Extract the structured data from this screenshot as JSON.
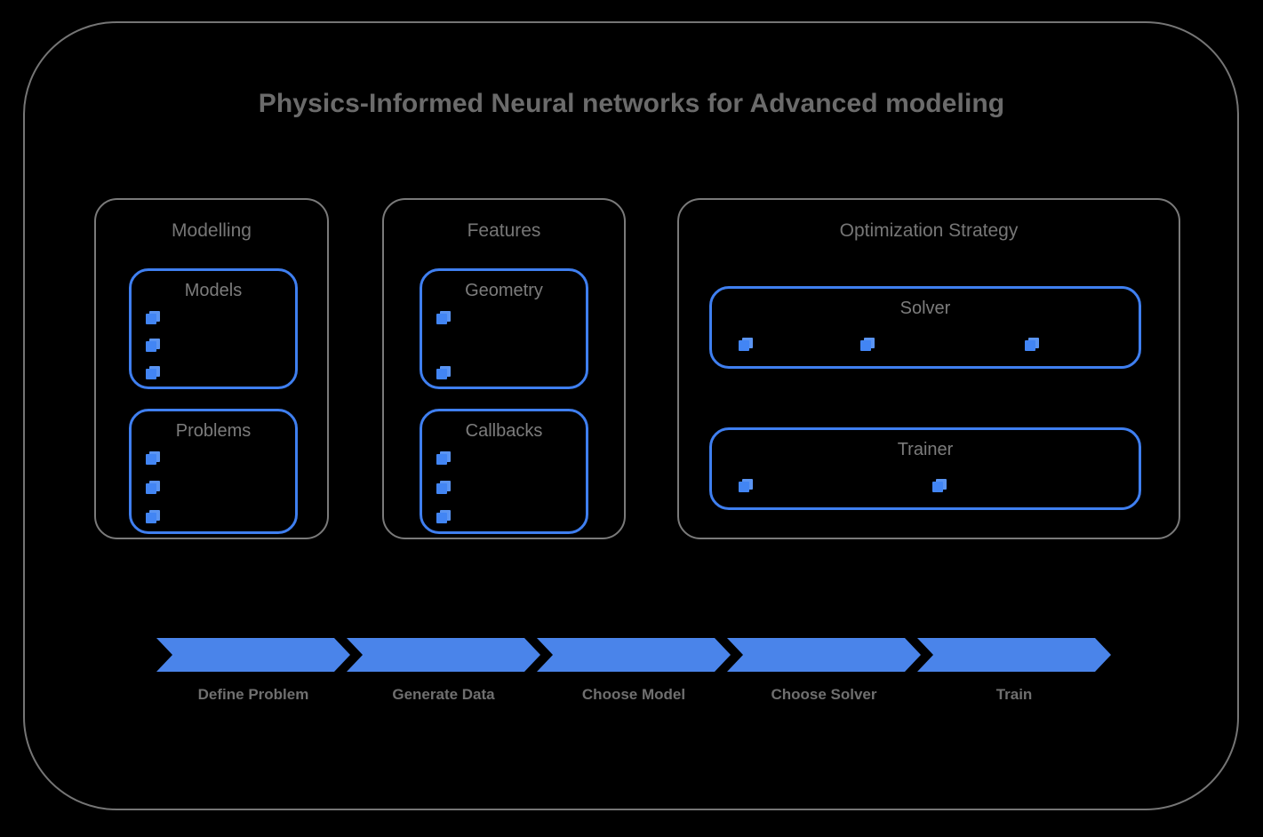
{
  "diagram": {
    "title": "Physics-Informed Neural networks for Advanced modeling",
    "colors": {
      "background": "#000000",
      "frame_border": "#757575",
      "panel_border": "#7a7a7a",
      "card_border": "#3f7ff0",
      "bullet_blue": "#4285f4",
      "arrow_blue": "#4a84ea",
      "text_gray": "#6f6f6f"
    }
  },
  "groups": [
    {
      "id": "modelling",
      "title": "Modelling",
      "cards": [
        {
          "id": "models",
          "title": "Models",
          "bullet_count": 3,
          "bullet_layout": "vertical",
          "bullet_slots": [
            true,
            true,
            true
          ]
        },
        {
          "id": "problems",
          "title": "Problems",
          "bullet_count": 3,
          "bullet_layout": "vertical",
          "bullet_slots": [
            true,
            true,
            true
          ]
        }
      ]
    },
    {
      "id": "features",
      "title": "Features",
      "cards": [
        {
          "id": "geometry",
          "title": "Geometry",
          "bullet_count": 2,
          "bullet_layout": "vertical",
          "bullet_slots": [
            true,
            false,
            true
          ]
        },
        {
          "id": "callbacks",
          "title": "Callbacks",
          "bullet_count": 3,
          "bullet_layout": "vertical",
          "bullet_slots": [
            true,
            true,
            true
          ]
        }
      ]
    },
    {
      "id": "optimization",
      "title": "Optimization Strategy",
      "cards": [
        {
          "id": "solver",
          "title": "Solver",
          "bullet_count": 3,
          "bullet_layout": "horizontal",
          "bullet_slots": [
            true,
            true,
            true
          ]
        },
        {
          "id": "trainer",
          "title": "Trainer",
          "bullet_count": 2,
          "bullet_layout": "horizontal",
          "bullet_slots": [
            true,
            true,
            false
          ]
        }
      ]
    }
  ],
  "pipeline": {
    "stages": [
      {
        "id": "define-problem",
        "label": "Define Problem"
      },
      {
        "id": "generate-data",
        "label": "Generate Data"
      },
      {
        "id": "choose-model",
        "label": "Choose Model"
      },
      {
        "id": "choose-solver",
        "label": "Choose Solver"
      },
      {
        "id": "train",
        "label": "Train"
      }
    ]
  }
}
